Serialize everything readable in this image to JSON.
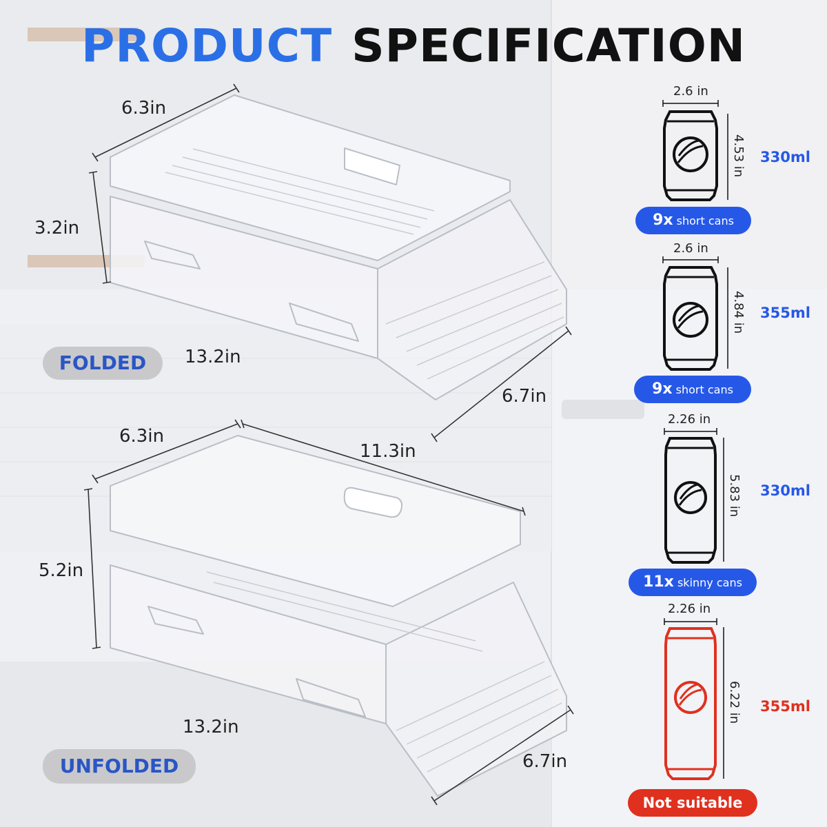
{
  "title": {
    "word1": "PRODUCT",
    "word2": "SPECIFICATION"
  },
  "colors": {
    "blue": "#2b6fe6",
    "dark": "#111111",
    "red": "#e0301e",
    "badge_blue": "#2658e8"
  },
  "folded": {
    "label": "FOLDED",
    "dims": {
      "top_width": "6.3in",
      "height": "3.2in",
      "length": "13.2in",
      "depth": "6.7in"
    }
  },
  "unfolded": {
    "label": "UNFOLDED",
    "dims": {
      "top_width": "6.3in",
      "top_length": "11.3in",
      "height": "5.2in",
      "length": "13.2in",
      "depth": "6.7in"
    }
  },
  "cans": [
    {
      "width": "2.6 in",
      "height": "4.53 in",
      "volume": "330ml",
      "count": "9x",
      "type": "short cans",
      "status": "ok",
      "icon": "can-icon"
    },
    {
      "width": "2.6 in",
      "height": "4.84 in",
      "volume": "355ml",
      "count": "9x",
      "type": "short cans",
      "status": "ok",
      "icon": "can-icon"
    },
    {
      "width": "2.26 in",
      "height": "5.83 in",
      "volume": "330ml",
      "count": "11x",
      "type": "skinny cans",
      "status": "ok",
      "icon": "can-icon"
    },
    {
      "width": "2.26 in",
      "height": "6.22 in",
      "volume": "355ml",
      "label": "Not suitable",
      "status": "not-suitable",
      "icon": "can-icon"
    }
  ]
}
